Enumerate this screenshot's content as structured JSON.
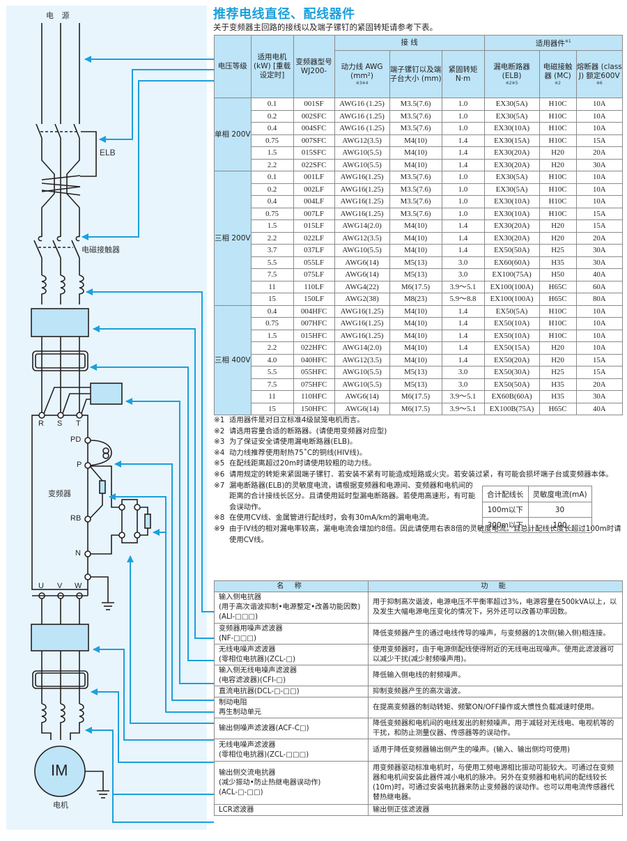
{
  "page": {
    "title": "推荐电线直径、配线器件",
    "subtitle": "关于变频器主回路的接线以及端子镙钉的紧固转矩请参考下表。"
  },
  "diagram": {
    "power_label": "电 源",
    "elb_label": "ELB",
    "contactor_label": "电磁接触器",
    "inverter_label": "变频器",
    "motor_symbol": "IM",
    "motor_label": "电机",
    "terminals": {
      "r": "R",
      "s": "S",
      "t": "T",
      "pd": "PD",
      "p": "P",
      "rb": "RB",
      "n": "N",
      "u": "U",
      "v": "V",
      "w": "W"
    },
    "accent_color": "#1aa0dc",
    "fill_color": "#bde4f7"
  },
  "spec_table": {
    "headers": {
      "voltage": "电压等级",
      "motor": "适用电机 (kW) [重载设定时]",
      "model": "变频器型号 WJ200-",
      "wiring_group": "接 线",
      "power_wire": "动力线 AWG (mm²)",
      "power_wire_note": "※3※4",
      "screw": "端子镙钉以及端子台大小 (mm)",
      "torque": "紧固转矩 N·m",
      "devices_group": "适用器件",
      "devices_note": "※1",
      "elb": "漏电断路器 (ELB)",
      "elb_note": "※2※5",
      "mc": "电磁接触器 (MC)",
      "mc_note": "※2",
      "fuse": "熔断器 (class J) 额定600V",
      "fuse_note": "※6"
    },
    "groups": [
      {
        "voltage": "单相 200V",
        "rows": [
          [
            "0.1",
            "001SF",
            "AWG16 (1.25)",
            "M3.5(7.6)",
            "1.0",
            "EX30(5A)",
            "H10C",
            "10A"
          ],
          [
            "0.2",
            "002SFC",
            "AWG16 (1.25)",
            "M3.5(7.6)",
            "1.0",
            "EX30(5A)",
            "H10C",
            "10A"
          ],
          [
            "0.4",
            "004SFC",
            "AWG16 (1.25)",
            "M3.5(7.6)",
            "1.0",
            "EX30(10A)",
            "H10C",
            "10A"
          ],
          [
            "0.75",
            "007SFC",
            "AWG12(3.5)",
            "M4(10)",
            "1.4",
            "EX30(15A)",
            "H10C",
            "15A"
          ],
          [
            "1.5",
            "015SFC",
            "AWG10(5.5)",
            "M4(10)",
            "1.4",
            "EX30(20A)",
            "H20",
            "20A"
          ],
          [
            "2.2",
            "022SFC",
            "AWG10(5.5)",
            "M4(10)",
            "1.4",
            "EX30(20A)",
            "H20",
            "30A"
          ]
        ]
      },
      {
        "voltage": "三相 200V",
        "rows": [
          [
            "0.1",
            "001LF",
            "AWG16(1.25)",
            "M3.5(7.6)",
            "1.0",
            "EX30(5A)",
            "H10C",
            "10A"
          ],
          [
            "0.2",
            "002LF",
            "AWG16(1.25)",
            "M3.5(7.6)",
            "1.0",
            "EX30(5A)",
            "H10C",
            "10A"
          ],
          [
            "0.4",
            "004LF",
            "AWG16(1.25)",
            "M3.5(7.6)",
            "1.0",
            "EX30(10A)",
            "H10C",
            "10A"
          ],
          [
            "0.75",
            "007LF",
            "AWG16(1.25)",
            "M3.5(7.6)",
            "1.0",
            "EX30(10A)",
            "H10C",
            "15A"
          ],
          [
            "1.5",
            "015LF",
            "AWG14(2.0)",
            "M4(10)",
            "1.4",
            "EX30(20A)",
            "H20",
            "15A"
          ],
          [
            "2.2",
            "022LF",
            "AWG12(3.5)",
            "M4(10)",
            "1.4",
            "EX30(20A)",
            "H20",
            "20A"
          ],
          [
            "3.7",
            "037LF",
            "AWG10(5.5)",
            "M4(10)",
            "1.4",
            "EX50(50A)",
            "H25",
            "30A"
          ],
          [
            "5.5",
            "055LF",
            "AWG6(14)",
            "M5(13)",
            "3.0",
            "EX60(60A)",
            "H35",
            "30A"
          ],
          [
            "7.5",
            "075LF",
            "AWG6(14)",
            "M5(13)",
            "3.0",
            "EX100(75A)",
            "H50",
            "40A"
          ],
          [
            "11",
            "110LF",
            "AWG4(22)",
            "M6(17.5)",
            "3.9～5.1",
            "EX100(100A)",
            "H65C",
            "60A"
          ],
          [
            "15",
            "150LF",
            "AWG2(38)",
            "M8(23)",
            "5.9～8.8",
            "EX100(100A)",
            "H65C",
            "80A"
          ]
        ]
      },
      {
        "voltage": "三相 400V",
        "rows": [
          [
            "0.4",
            "004HFC",
            "AWG16(1.25)",
            "M4(10)",
            "1.4",
            "EX50(5A)",
            "H10C",
            "10A"
          ],
          [
            "0.75",
            "007HFC",
            "AWG16(1.25)",
            "M4(10)",
            "1.4",
            "EX50(10A)",
            "H10C",
            "10A"
          ],
          [
            "1.5",
            "015HFC",
            "AWG16(1.25)",
            "M4(10)",
            "1.4",
            "EX50(10A)",
            "H10C",
            "10A"
          ],
          [
            "2.2",
            "022HFC",
            "AWG14(2.0)",
            "M4(10)",
            "1.4",
            "EX50(15A)",
            "H20",
            "10A"
          ],
          [
            "4.0",
            "040HFC",
            "AWG12(3.5)",
            "M4(10)",
            "1.4",
            "EX50(20A)",
            "H20",
            "15A"
          ],
          [
            "5.5",
            "055HFC",
            "AWG10(5.5)",
            "M5(13)",
            "3.0",
            "EX50(30A)",
            "H25",
            "15A"
          ],
          [
            "7.5",
            "075HFC",
            "AWG10(5.5)",
            "M5(13)",
            "3.0",
            "EX50(50A)",
            "H35",
            "20A"
          ],
          [
            "11",
            "110HFC",
            "AWG6(14)",
            "M6(17.5)",
            "3.9～5.1",
            "EX60B(60A)",
            "H35",
            "30A"
          ],
          [
            "15",
            "150HFC",
            "AWG6(14)",
            "M6(17.5)",
            "3.9～5.1",
            "EX100B(75A)",
            "H65C",
            "40A"
          ]
        ]
      }
    ]
  },
  "notes": [
    {
      "mark": "※1",
      "text": "适用器件是对日立标准4级鼠笼电机而言。"
    },
    {
      "mark": "※2",
      "text": "请选用容量合适的断路器。(请使用变频器对应型)"
    },
    {
      "mark": "※3",
      "text": "为了保证安全请使用漏电断路器(ELB)。"
    },
    {
      "mark": "※4",
      "text": "动力线推荐使用耐热75˚C的铜线(HIV线)。"
    },
    {
      "mark": "※5",
      "text": "在配线距离超过20m时请使用较粗的动力线。"
    },
    {
      "mark": "※6",
      "text": "请用规定的转矩来紧固端子镙钉．若安装不紧有可能造成短路或火灾。若安装过紧，有可能会损坏端子台或变频器本体。"
    },
    {
      "mark": "※7",
      "text": "漏电断路器(ELB)的灵敏度电流，请根据变频器和电源间、变频器和电机间的距离的合计接线长区分。且请使用延时型漏电断路器。若使用高速形，有可能会误动作。"
    },
    {
      "mark": "※8",
      "text": "在使用CV线、金属管进行配线时，会有30mA/km的漏电电流。"
    },
    {
      "mark": "※9",
      "text": "由于IV线的相对漏电率较高，漏电电流会增加约8倍。因此请使用右表8倍的灵敏度电流。且总计配线长度长超过100m时请使用CV线。"
    }
  ],
  "sensitivity_table": {
    "headers": [
      "合计配线长",
      "灵敏度电流(mA)"
    ],
    "rows": [
      [
        "100m以下",
        "30"
      ],
      [
        "300m以下",
        "100"
      ]
    ]
  },
  "function_table": {
    "headers": [
      "名 称",
      "功 能"
    ],
    "rows": [
      {
        "name": "输入侧电抗器\n(用于高次谐波抑制•电源整定•改善功能因数)(ALI-□□□)",
        "func": "用于抑制高次谐波，电源电压不平衡率超过3%，电源容量在500kVA以上，以及发生大幅电源电压变化的情况下，另外还可以改善功率因数。"
      },
      {
        "name": "变频器用噪声滤波器\n(NF-□□□)",
        "func": "降低变频器产生的通过电线传导的噪声，与变频器的1次侧(输入侧)相连接。"
      },
      {
        "name": "无线电噪声滤波器\n(零相位电抗器)(ZCL-□)",
        "func": "使用变频器时，由于电源侧配线使得附近的无线电出现噪声。使用此滤波器可以减少干扰(减少射频噪声用)。"
      },
      {
        "name": "输入侧无线电噪声滤波器\n(电容滤波器)(CFI-□)",
        "func": "降低输入侧电线的射频噪声。"
      },
      {
        "name": "直流电抗器(DCL-□-□□)",
        "func": "抑制变频器产生的高次谐波。"
      },
      {
        "name": "制动电阻\n再生制动单元",
        "func": "在提高变频器的制动转矩、频繁ON/OFF操作或大惯性负载减速时使用。"
      },
      {
        "name": "输出侧噪声滤波器(ACF-C□)",
        "func": "降低变频器和电机间的电线发出的射频噪声。用于减轻对无线电、电视机等的干扰，和防止测量仪器、传感器等的误动作。"
      },
      {
        "name": "无线电噪声滤波器\n(零相位电抗器)(ZCL-□□□)",
        "func": "适用于降低变频器输出侧产生的噪声。(输入、输出侧均可使用)"
      },
      {
        "name": "输出侧交流电抗器\n(减少振动•防止热继电器误动作)\n(ACL-□-□□)",
        "func": "用变频器驱动标准电机时，与使用工频电源相比振动可能较大。可通过在变频器和电机间安装此器件减小电机的脉冲。另外在变频器和电机间的配线较长(10m)时，可通过安装电抗器来防止变频器的误动作。也可以用电流传感器代替热继电器。"
      },
      {
        "name": "LCR滤波器",
        "func": "输出侧正弦滤波器"
      }
    ]
  }
}
